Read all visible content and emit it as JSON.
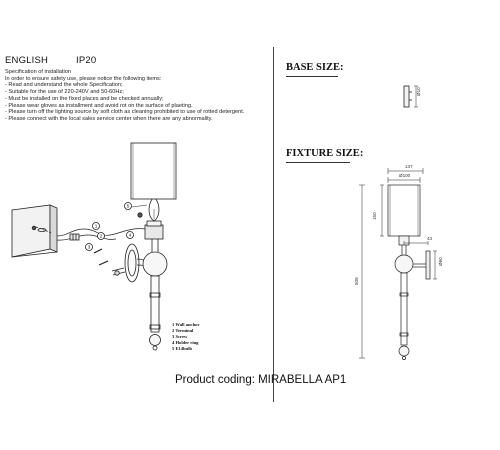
{
  "header": {
    "language": "ENGLISH",
    "ip_rating": "IP20"
  },
  "spec": {
    "lines": [
      "Specification of installation",
      "In order to ensure safety use, please notice the following items:",
      "- Read and understand the whole Specification;",
      "- Suitable for the use of 220-240V and 50-60Hz;",
      "- Must be installed on the fixed places and be checked annually;",
      "- Please wear gloves as installment and avoid rot on the surface of plaeting.",
      "- Please turn off the lighting source by soft cloth as cleaning prohibited to use of rotted detergent.",
      "- Please connect with the local sales service center when there are any abnormality."
    ]
  },
  "legend": {
    "items": [
      "1 Wall anchor",
      "2 Terminal",
      "3 Screw",
      "4 Holder ring",
      "5 E14bulb"
    ]
  },
  "callouts": [
    "5",
    "4",
    "3",
    "2",
    "1"
  ],
  "base_size": {
    "title": "BASE SIZE:",
    "dims": [
      "Ø10"
    ]
  },
  "fixture_size": {
    "title": "FIXTURE SIZE:",
    "dims": [
      "137",
      "Ø100",
      "150",
      "43",
      "Ø60",
      "508"
    ]
  },
  "footer": {
    "product_coding": "Product coding: MIRABELLA AP1"
  }
}
